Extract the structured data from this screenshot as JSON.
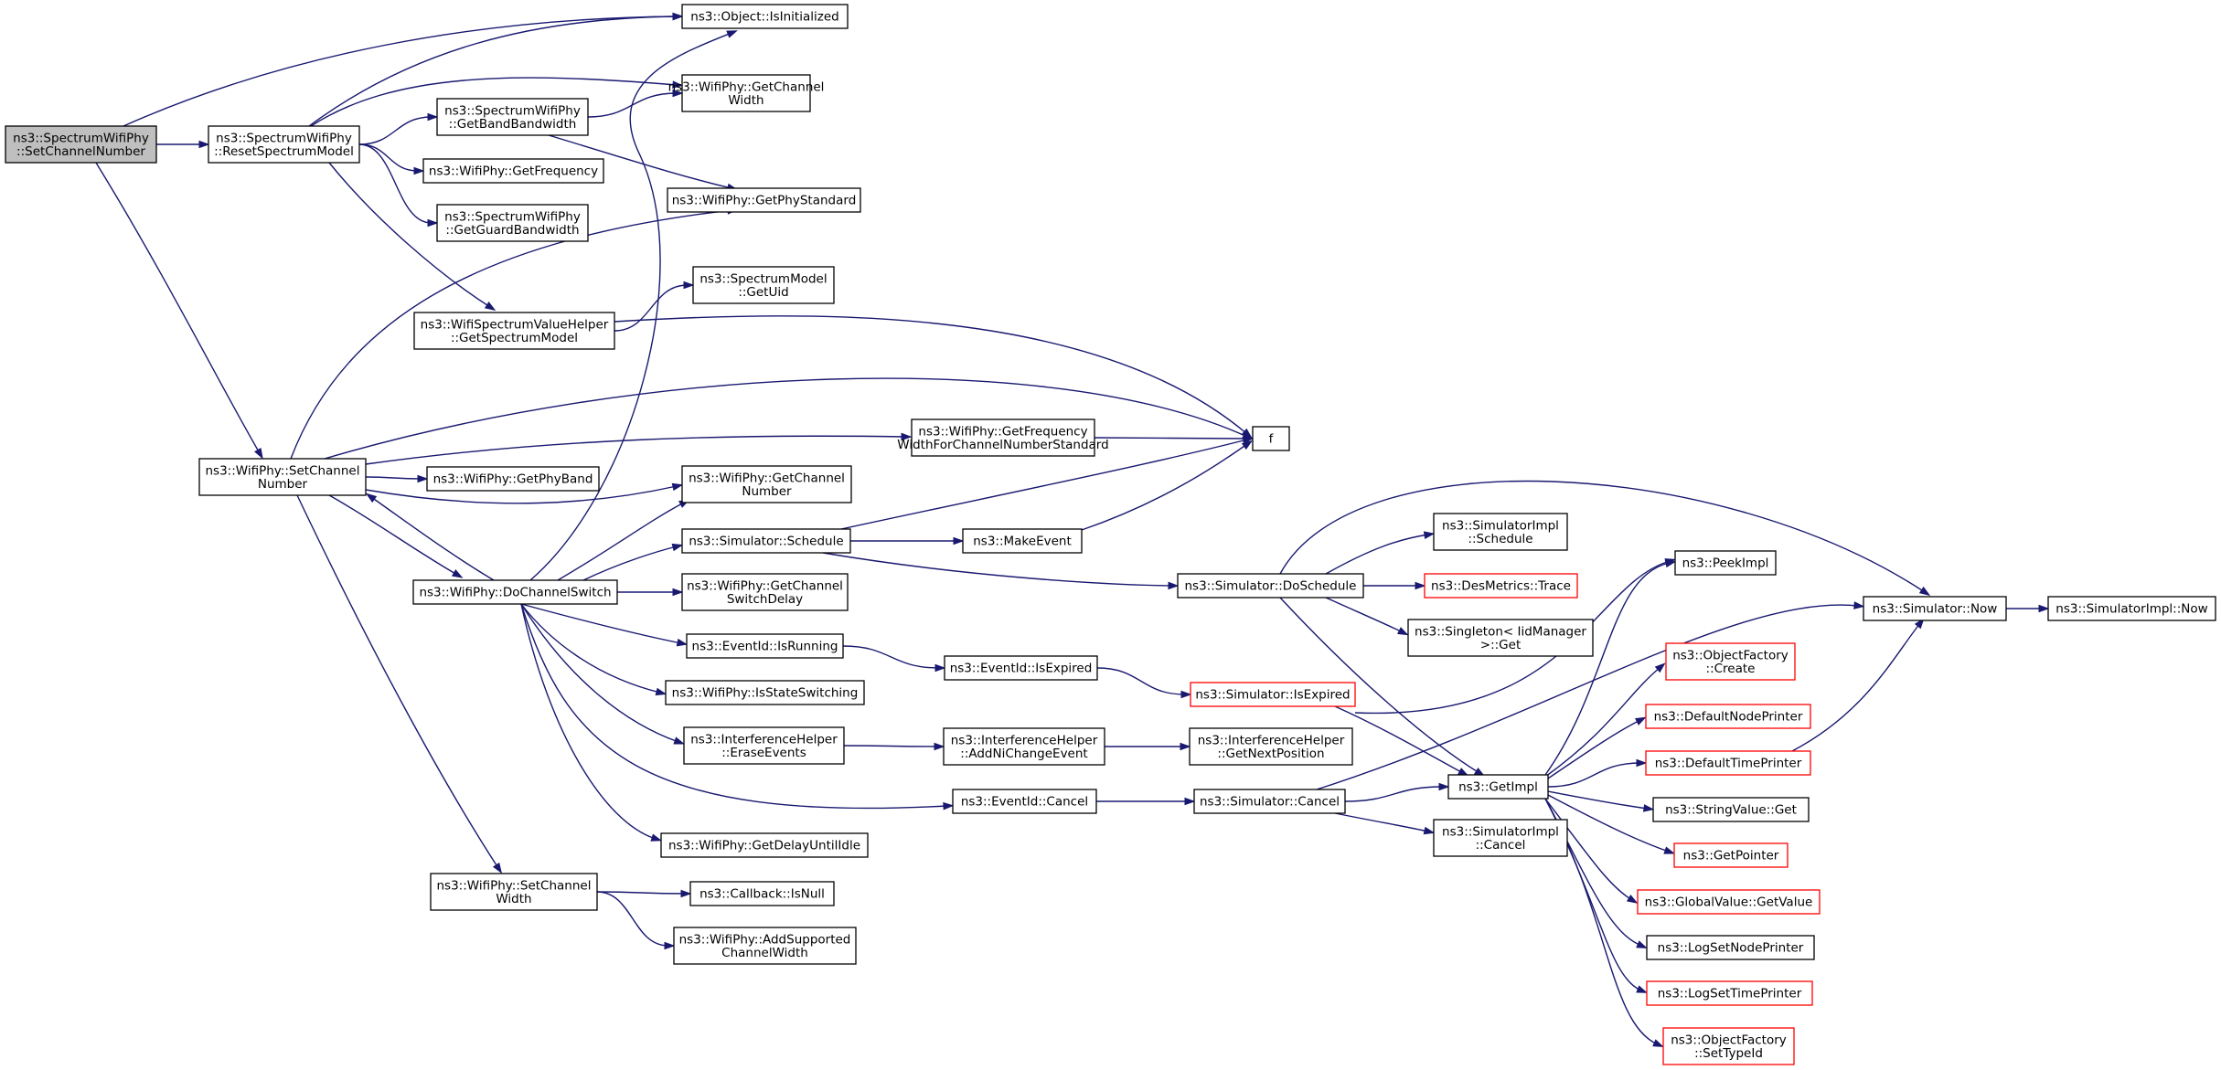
{
  "nodes": [
    {
      "id": "root",
      "lines": [
        "ns3::SpectrumWifiPhy",
        "::SetChannelNumber"
      ],
      "style": "root"
    },
    {
      "id": "isinit",
      "lines": [
        "ns3::Object::IsInitialized"
      ]
    },
    {
      "id": "rsm",
      "lines": [
        "ns3::SpectrumWifiPhy",
        "::ResetSpectrumModel"
      ]
    },
    {
      "id": "getchw",
      "lines": [
        "ns3::WifiPhy::GetChannel",
        "Width"
      ]
    },
    {
      "id": "getbw",
      "lines": [
        "ns3::SpectrumWifiPhy",
        "::GetBandBandwidth"
      ]
    },
    {
      "id": "getfreq",
      "lines": [
        "ns3::WifiPhy::GetFrequency"
      ]
    },
    {
      "id": "getguard",
      "lines": [
        "ns3::SpectrumWifiPhy",
        "::GetGuardBandwidth"
      ]
    },
    {
      "id": "getphystd",
      "lines": [
        "ns3::WifiPhy::GetPhyStandard"
      ]
    },
    {
      "id": "getuid",
      "lines": [
        "ns3::SpectrumModel",
        "::GetUid"
      ]
    },
    {
      "id": "getsm",
      "lines": [
        "ns3::WifiSpectrumValueHelper",
        "::GetSpectrumModel"
      ]
    },
    {
      "id": "f",
      "lines": [
        "f"
      ]
    },
    {
      "id": "getfwcns",
      "lines": [
        "ns3::WifiPhy::GetFrequency",
        "WidthForChannelNumberStandard"
      ]
    },
    {
      "id": "setcn",
      "lines": [
        "ns3::WifiPhy::SetChannel",
        "Number"
      ]
    },
    {
      "id": "getphyband",
      "lines": [
        "ns3::WifiPhy::GetPhyBand"
      ]
    },
    {
      "id": "getcn",
      "lines": [
        "ns3::WifiPhy::GetChannel",
        "Number"
      ]
    },
    {
      "id": "schedule",
      "lines": [
        "ns3::Simulator::Schedule"
      ]
    },
    {
      "id": "makeevent",
      "lines": [
        "ns3::MakeEvent"
      ]
    },
    {
      "id": "dochsw",
      "lines": [
        "ns3::WifiPhy::DoChannelSwitch"
      ]
    },
    {
      "id": "getcsd",
      "lines": [
        "ns3::WifiPhy::GetChannel",
        "SwitchDelay"
      ]
    },
    {
      "id": "isrunning",
      "lines": [
        "ns3::EventId::IsRunning"
      ]
    },
    {
      "id": "isexpired",
      "lines": [
        "ns3::EventId::IsExpired"
      ]
    },
    {
      "id": "isss",
      "lines": [
        "ns3::WifiPhy::IsStateSwitching"
      ]
    },
    {
      "id": "erase",
      "lines": [
        "ns3::InterferenceHelper",
        "::EraseEvents"
      ]
    },
    {
      "id": "addni",
      "lines": [
        "ns3::InterferenceHelper",
        "::AddNiChangeEvent"
      ]
    },
    {
      "id": "getnext",
      "lines": [
        "ns3::InterferenceHelper",
        "::GetNextPosition"
      ]
    },
    {
      "id": "evcancel",
      "lines": [
        "ns3::EventId::Cancel"
      ]
    },
    {
      "id": "getdui",
      "lines": [
        "ns3::WifiPhy::GetDelayUntilIdle"
      ]
    },
    {
      "id": "setcw",
      "lines": [
        "ns3::WifiPhy::SetChannel",
        "Width"
      ]
    },
    {
      "id": "isnull",
      "lines": [
        "ns3::Callback::IsNull"
      ]
    },
    {
      "id": "addscw",
      "lines": [
        "ns3::WifiPhy::AddSupported",
        "ChannelWidth"
      ]
    },
    {
      "id": "implsched",
      "lines": [
        "ns3::SimulatorImpl",
        "::Schedule"
      ]
    },
    {
      "id": "dosched",
      "lines": [
        "ns3::Simulator::DoSchedule"
      ]
    },
    {
      "id": "trace",
      "lines": [
        "ns3::DesMetrics::Trace"
      ],
      "style": "red"
    },
    {
      "id": "singleton",
      "lines": [
        "ns3::Singleton< IidManager",
        ">::Get"
      ]
    },
    {
      "id": "simexp",
      "lines": [
        "ns3::Simulator::IsExpired"
      ],
      "style": "red"
    },
    {
      "id": "simcancel",
      "lines": [
        "ns3::Simulator::Cancel"
      ]
    },
    {
      "id": "implcancel",
      "lines": [
        "ns3::SimulatorImpl",
        "::Cancel"
      ]
    },
    {
      "id": "getimpl",
      "lines": [
        "ns3::GetImpl"
      ]
    },
    {
      "id": "peekimpl",
      "lines": [
        "ns3::PeekImpl"
      ]
    },
    {
      "id": "ofcreate",
      "lines": [
        "ns3::ObjectFactory",
        "::Create"
      ],
      "style": "red"
    },
    {
      "id": "dnp",
      "lines": [
        "ns3::DefaultNodePrinter"
      ],
      "style": "red"
    },
    {
      "id": "dtp",
      "lines": [
        "ns3::DefaultTimePrinter"
      ],
      "style": "red"
    },
    {
      "id": "svget",
      "lines": [
        "ns3::StringValue::Get"
      ]
    },
    {
      "id": "getptr",
      "lines": [
        "ns3::GetPointer"
      ],
      "style": "red"
    },
    {
      "id": "gvget",
      "lines": [
        "ns3::GlobalValue::GetValue"
      ],
      "style": "red"
    },
    {
      "id": "lsnp",
      "lines": [
        "ns3::LogSetNodePrinter"
      ]
    },
    {
      "id": "lstp",
      "lines": [
        "ns3::LogSetTimePrinter"
      ],
      "style": "red"
    },
    {
      "id": "ofsettype",
      "lines": [
        "ns3::ObjectFactory",
        "::SetTypeId"
      ],
      "style": "red"
    },
    {
      "id": "simnow",
      "lines": [
        "ns3::Simulator::Now"
      ]
    },
    {
      "id": "implnow",
      "lines": [
        "ns3::SimulatorImpl::Now"
      ]
    }
  ],
  "edges": [
    [
      "root",
      "isinit"
    ],
    [
      "root",
      "rsm"
    ],
    [
      "root",
      "setcn"
    ],
    [
      "rsm",
      "isinit"
    ],
    [
      "rsm",
      "getchw"
    ],
    [
      "rsm",
      "getbw"
    ],
    [
      "rsm",
      "getfreq"
    ],
    [
      "rsm",
      "getguard"
    ],
    [
      "rsm",
      "getsm"
    ],
    [
      "getbw",
      "getchw"
    ],
    [
      "getbw",
      "getphystd"
    ],
    [
      "getsm",
      "getuid"
    ],
    [
      "getsm",
      "f"
    ],
    [
      "setcn",
      "getphystd"
    ],
    [
      "setcn",
      "f"
    ],
    [
      "setcn",
      "getfwcns"
    ],
    [
      "setcn",
      "getphyband"
    ],
    [
      "setcn",
      "getcn"
    ],
    [
      "setcn",
      "dochsw"
    ],
    [
      "setcn",
      "setcw"
    ],
    [
      "getfwcns",
      "f"
    ],
    [
      "dochsw",
      "isinit"
    ],
    [
      "dochsw",
      "setcn"
    ],
    [
      "dochsw",
      "getcn"
    ],
    [
      "dochsw",
      "schedule"
    ],
    [
      "dochsw",
      "getcsd"
    ],
    [
      "dochsw",
      "isrunning"
    ],
    [
      "dochsw",
      "isss"
    ],
    [
      "dochsw",
      "erase"
    ],
    [
      "dochsw",
      "evcancel"
    ],
    [
      "dochsw",
      "getdui"
    ],
    [
      "schedule",
      "f"
    ],
    [
      "schedule",
      "makeevent"
    ],
    [
      "schedule",
      "dosched"
    ],
    [
      "makeevent",
      "f"
    ],
    [
      "isrunning",
      "isexpired"
    ],
    [
      "isexpired",
      "simexp"
    ],
    [
      "erase",
      "addni"
    ],
    [
      "addni",
      "getnext"
    ],
    [
      "evcancel",
      "simcancel"
    ],
    [
      "setcw",
      "isnull"
    ],
    [
      "setcw",
      "addscw"
    ],
    [
      "dosched",
      "implsched"
    ],
    [
      "dosched",
      "trace"
    ],
    [
      "dosched",
      "singleton"
    ],
    [
      "dosched",
      "getimpl"
    ],
    [
      "dosched",
      "simnow"
    ],
    [
      "simexp",
      "getimpl"
    ],
    [
      "simexp",
      "peekimpl"
    ],
    [
      "simcancel",
      "getimpl"
    ],
    [
      "simcancel",
      "implcancel"
    ],
    [
      "simcancel",
      "simnow"
    ],
    [
      "getimpl",
      "peekimpl"
    ],
    [
      "getimpl",
      "ofcreate"
    ],
    [
      "getimpl",
      "dnp"
    ],
    [
      "getimpl",
      "dtp"
    ],
    [
      "getimpl",
      "svget"
    ],
    [
      "getimpl",
      "getptr"
    ],
    [
      "getimpl",
      "gvget"
    ],
    [
      "getimpl",
      "lsnp"
    ],
    [
      "getimpl",
      "lstp"
    ],
    [
      "getimpl",
      "ofsettype"
    ],
    [
      "dtp",
      "simnow"
    ],
    [
      "simnow",
      "implnow"
    ]
  ]
}
